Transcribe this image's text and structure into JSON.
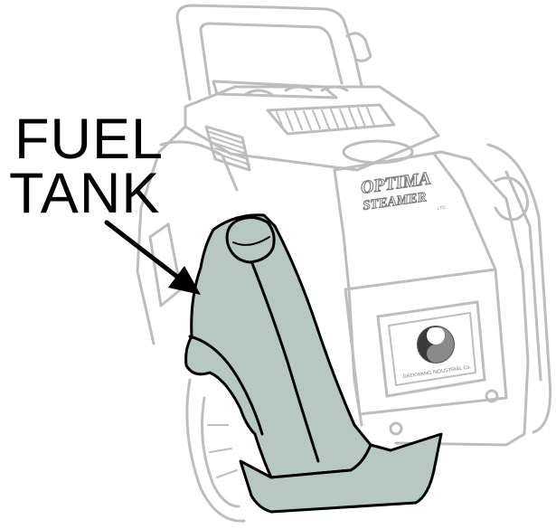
{
  "callout": {
    "line1": "FUEL",
    "line2": "TANK"
  },
  "brand": {
    "name_line1": "OPTIMA",
    "name_line2": "STEAMER",
    "small_mark": "LTD",
    "plate_text": "DAEKWANG INDUSTRIAL Co."
  },
  "colors": {
    "highlight_fill": "#b7c7c2",
    "machine_outline": "#bfbfbf",
    "tank_outline": "#000000",
    "logo_dark": "#3a3a3a"
  }
}
